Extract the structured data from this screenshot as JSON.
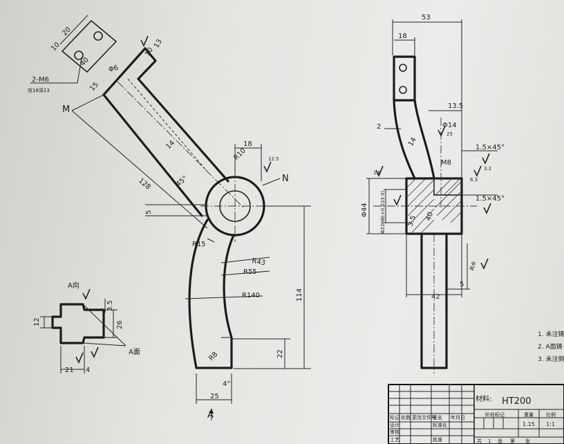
{
  "drawing": {
    "label_m": "M",
    "label_n": "N",
    "label_a_arrow": "A",
    "label_a_view": "A向",
    "label_a_face": "A面",
    "thread_callout": "2-M6",
    "thread_note": "攻18深23",
    "surface_note": "其余"
  },
  "dims_main": {
    "d10": "10",
    "d20": "20",
    "d40": "40",
    "d13": "13",
    "d10b": "10",
    "d6": "Φ6",
    "d15": "15",
    "d14": "14",
    "d128": "128",
    "d45deg": "45°",
    "d18": "18",
    "r10": "R10",
    "d5": "5",
    "r15": "R15",
    "r43": "R43",
    "r55": "R55",
    "r140": "R140",
    "d114": "114",
    "r8": "R8",
    "d22": "22",
    "d4deg": "4°",
    "d25": "25"
  },
  "dims_aview": {
    "d35": "3.5",
    "d12": "12",
    "d26": "26",
    "d21": "21",
    "d4": "4"
  },
  "dims_side": {
    "d53": "53",
    "d18": "18",
    "d13_5": "13.5",
    "d2": "2",
    "d14": "Φ14",
    "d14b": "14",
    "c1": "1.5×45°",
    "m8": "M8",
    "c2": "1.5×45°",
    "d44": "Φ44",
    "bore": "Φ22H8(+0.033 0)",
    "d3_5": "3.5",
    "d40": "40",
    "d5": "5",
    "d42": "42"
  },
  "roughness": {
    "r25": "25",
    "r125": "12.5",
    "r32": "3.2",
    "r16": "1.6",
    "r63": "6.3"
  },
  "notes": {
    "n1": "1. 未注铸",
    "n2": "2. A面铸",
    "n3": "3. 未注倒"
  },
  "title_block": {
    "material_label": "材料:",
    "material_value": "HT200",
    "scale_row": [
      "阶段标记",
      "重量",
      "比例"
    ],
    "scale_value": "1:1",
    "weight_value": "1.15",
    "sheet_row": [
      "共",
      "张",
      "第",
      "张"
    ],
    "sheet_count": "1",
    "left_labels": [
      "标记",
      "处数",
      "更改文件号",
      "签名",
      "年月日"
    ],
    "role_labels": [
      "设计",
      "标准化",
      "审核",
      "工艺"
    ],
    "approve_label": "批准"
  }
}
